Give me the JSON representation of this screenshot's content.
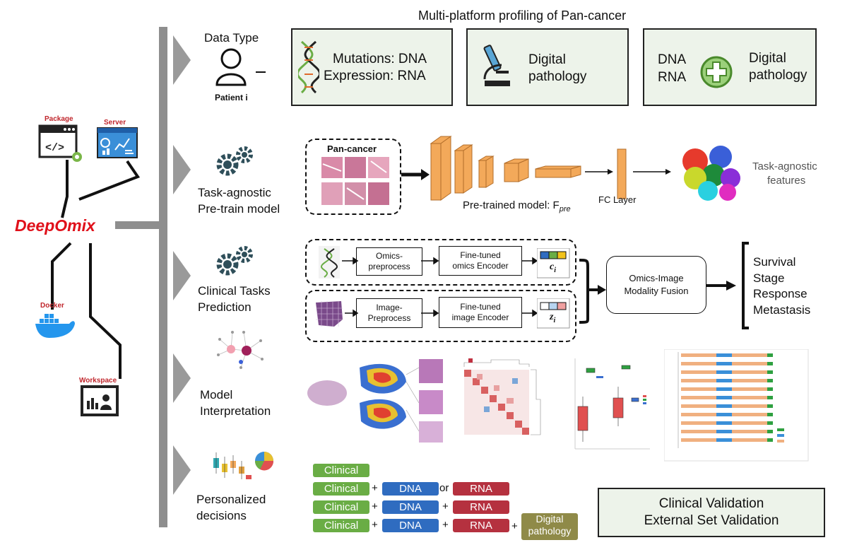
{
  "title": "Multi-platform profiling of Pan-cancer",
  "brand": "DeepOmix",
  "left_icons": {
    "package": "Package",
    "server": "Server",
    "docker": "Docker",
    "workspace": "Workspace"
  },
  "rows": {
    "data_type": {
      "label": "Data Type",
      "patient": "Patient i"
    },
    "pretrain": {
      "line1": "Task-agnostic",
      "line2": "Pre-train model"
    },
    "clinical": {
      "line1": "Clinical Tasks",
      "line2": "Prediction"
    },
    "interp": {
      "line1": "Model",
      "line2": "Interpretation"
    },
    "decisions": {
      "line1": "Personalized",
      "line2": "decisions"
    }
  },
  "data_boxes": {
    "box1_line1": "Mutations: DNA",
    "box1_line2": "Expression: RNA",
    "box2_line1": "Digital",
    "box2_line2": "pathology",
    "box3_dna": "DNA",
    "box3_rna": "RNA",
    "box3_line1": "Digital",
    "box3_line2": "pathology"
  },
  "pretrain_panel": {
    "pancancer": "Pan-cancer",
    "model_label": "Pre-trained model: F",
    "model_sub": "pre",
    "fc_layer": "FC Layer",
    "features_line1": "Task-agnostic",
    "features_line2": "features"
  },
  "clinical_panel": {
    "omics_pre_1": "Omics-",
    "omics_pre_2": "preprocess",
    "omics_enc_1": "Fine-tuned",
    "omics_enc_2": "omics Encoder",
    "image_pre_1": "Image-",
    "image_pre_2": "Preprocess",
    "image_enc_1": "Fine-tuned",
    "image_enc_2": "image Encoder",
    "ci": "c",
    "ci_sub": "i",
    "zi": "z",
    "zi_sub": "i",
    "fusion_1": "Omics-Image",
    "fusion_2": "Modality Fusion",
    "outcomes": [
      "Survival",
      "Stage",
      "Response",
      "Metastasis"
    ]
  },
  "decision_combos": {
    "clinical": "Clinical",
    "dna": "DNA",
    "rna": "RNA",
    "or": "or",
    "plus": "+",
    "digital_1": "Digital",
    "digital_2": "pathology"
  },
  "validation": {
    "line1": "Clinical Validation",
    "line2": "External Set Validation"
  },
  "colors": {
    "clinical": "#6aad45",
    "dna": "#2f6cc0",
    "rna": "#b5313f",
    "pathology": "#8f8a48",
    "brand": "#e0101a",
    "cnn": "#f3a95a",
    "box_fill": "#edf3ea"
  }
}
